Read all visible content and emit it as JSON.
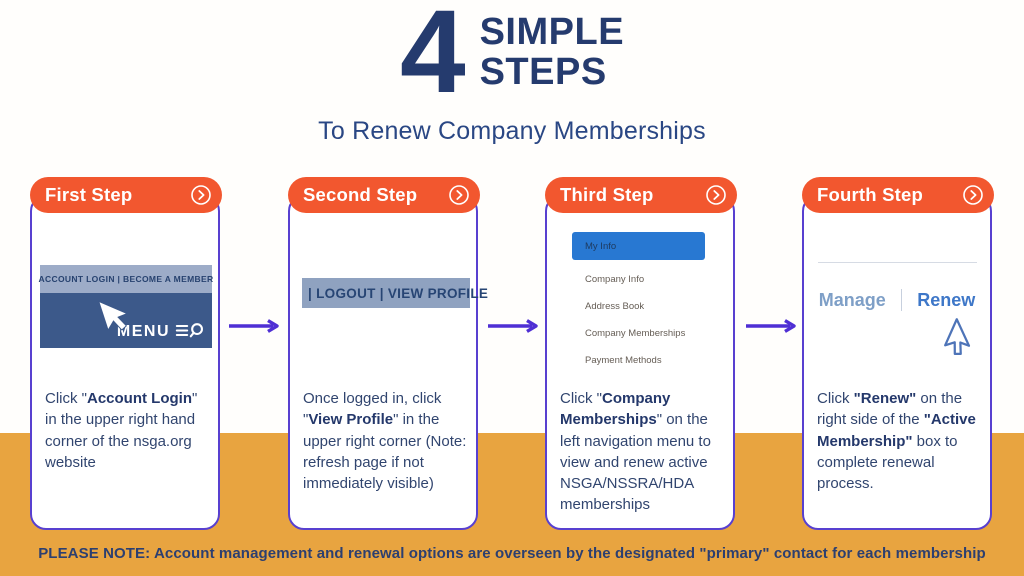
{
  "title": {
    "number": "4",
    "line1": "SIMPLE",
    "line2": "STEPS",
    "subtitle": "To Renew Company Memberships"
  },
  "steps": [
    {
      "label": "First Step",
      "mini_top_bar": "ACCOUNT LOGIN | BECOME A MEMBER",
      "mini_menu_label": "MENU",
      "desc": [
        [
          "Click \"",
          false
        ],
        [
          "Account Login",
          true
        ],
        [
          "\" in the upper right hand corner of the nsga.org website",
          false
        ]
      ]
    },
    {
      "label": "Second Step",
      "mini_bar": "| LOGOUT | VIEW PROFILE",
      "desc": [
        [
          "Once logged in, click \"",
          false
        ],
        [
          "View Profile",
          true
        ],
        [
          "\" in the upper right corner (Note: refresh page if not immediately visible)",
          false
        ]
      ]
    },
    {
      "label": "Third Step",
      "menu_active": "My Info",
      "menu_items": [
        "Company Info",
        "Address Book",
        "Company Memberships",
        "Payment Methods"
      ],
      "desc": [
        [
          "Click \"",
          false
        ],
        [
          "Company Memberships",
          true
        ],
        [
          "\" on the left navigation menu to view and renew active NSGA/NSSRA/HDA memberships",
          false
        ]
      ]
    },
    {
      "label": "Fourth Step",
      "manage_label": "Manage",
      "renew_label": "Renew",
      "desc": [
        [
          "Click ",
          false
        ],
        [
          "\"Renew\"",
          true
        ],
        [
          " on the right side of the ",
          false
        ],
        [
          "\"Active Membership\"",
          true
        ],
        [
          " box to complete renewal process.",
          false
        ]
      ]
    }
  ],
  "note": "PLEASE NOTE: Account management and renewal options are overseen by the designated \"primary\" contact for each membership",
  "colors": {
    "pill_orange": "#F2572F",
    "band_orange": "#E8A440",
    "card_border_purple": "#5840D0",
    "arrow_purple": "#4F2FD4",
    "navy_text": "#253B6E",
    "mini_navbar_navy": "#3C598A",
    "mini_strip_blue": "#9DACC8",
    "logout_bar_blue": "#8FA2C0",
    "active_item_blue": "#2878D2",
    "manage_blue": "#7E9FC7",
    "renew_blue": "#3E77C8"
  }
}
